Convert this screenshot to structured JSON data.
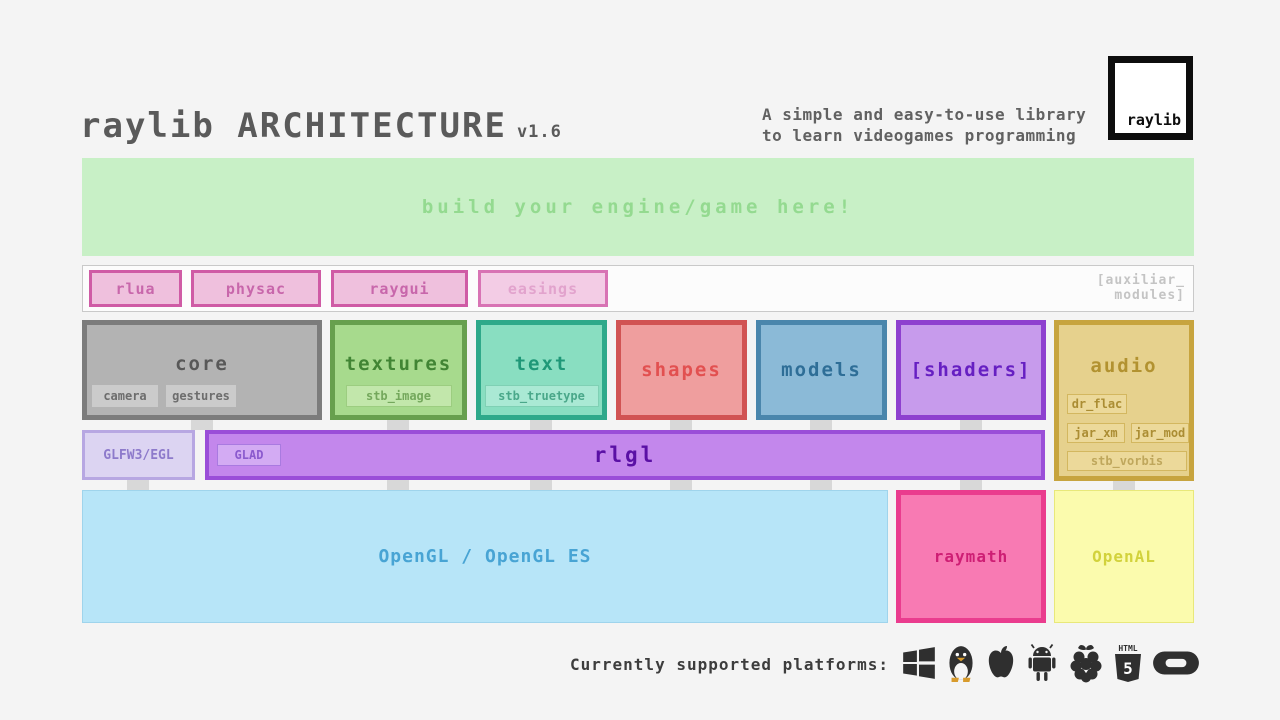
{
  "palette": {
    "background": "#f4f4f4",
    "banner_green": "#c8f0c6",
    "aux_pink": "#cf5ba5",
    "core_gray": "#7c7c7c",
    "textures_green": "#67a04e",
    "text_teal": "#2ea98a",
    "shapes_red": "#d15353",
    "models_blue": "#4a86ac",
    "shaders_purple": "#8e40cf",
    "audio_gold": "#c7a43e",
    "rlgl_purple": "#9a4ed8",
    "opengl_blue": "#b7e5f8",
    "raymath_pink": "#ea3c8e",
    "openal_yellow": "#fbfbad"
  },
  "header": {
    "title": "raylib ARCHITECTURE",
    "version": "v1.6",
    "tagline_line1": "A simple and easy-to-use library",
    "tagline_line2": "to learn videogames programming",
    "logo_text": "raylib"
  },
  "banner": {
    "label": "build your engine/game here!"
  },
  "auxiliar": {
    "caption_line1": "[auxiliar_",
    "caption_line2": "modules]",
    "modules": [
      {
        "label": "rlua"
      },
      {
        "label": "physac"
      },
      {
        "label": "raygui"
      },
      {
        "label": "easings"
      }
    ]
  },
  "modules": {
    "core": {
      "label": "core",
      "badges": [
        "camera",
        "gestures"
      ]
    },
    "textures": {
      "label": "textures",
      "badge": "stb_image"
    },
    "text": {
      "label": "text",
      "badge": "stb_truetype"
    },
    "shapes": {
      "label": "shapes"
    },
    "models": {
      "label": "models"
    },
    "shaders": {
      "label": "[shaders]"
    },
    "audio": {
      "label": "audio",
      "badges": [
        "dr_flac",
        "jar_xm",
        "jar_mod",
        "stb_vorbis"
      ]
    }
  },
  "platform_layer": {
    "glfw_label": "GLFW3/EGL",
    "rlgl_label": "rlgl",
    "glad_badge": "GLAD"
  },
  "backend": {
    "opengl_label": "OpenGL / OpenGL ES",
    "raymath_label": "raymath",
    "openal_label": "OpenAL"
  },
  "footer": {
    "platforms_label": "Currently supported platforms:",
    "icons": [
      "windows-icon",
      "linux-icon",
      "apple-icon",
      "android-icon",
      "raspberrypi-icon",
      "html5-icon",
      "oculus-icon"
    ],
    "html5_text_top": "HTML",
    "html5_text_number": "5"
  }
}
